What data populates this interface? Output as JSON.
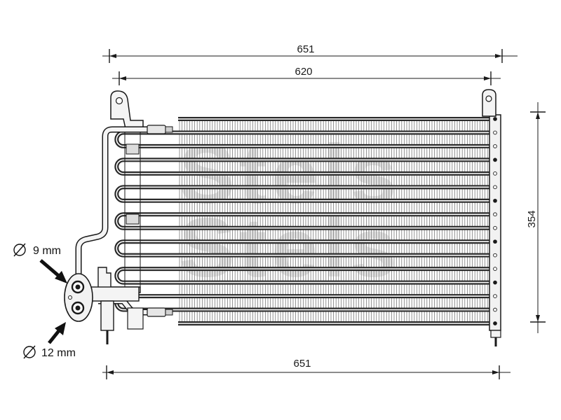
{
  "dimensions": {
    "overall_width_top": "651",
    "core_width": "620",
    "height": "354",
    "overall_width_bottom": "651"
  },
  "callouts": {
    "upper_port": "9 mm",
    "lower_port": "12 mm",
    "diameter_symbol": "Ø"
  },
  "watermark": {
    "line1": "Stels",
    "line2": "Stels"
  },
  "tube_count": 16,
  "colors": {
    "ink": "#1a1a1a",
    "tube": "#2a2a2a",
    "fin": "#7a7a7a",
    "watermark": "#9c9c9c"
  }
}
